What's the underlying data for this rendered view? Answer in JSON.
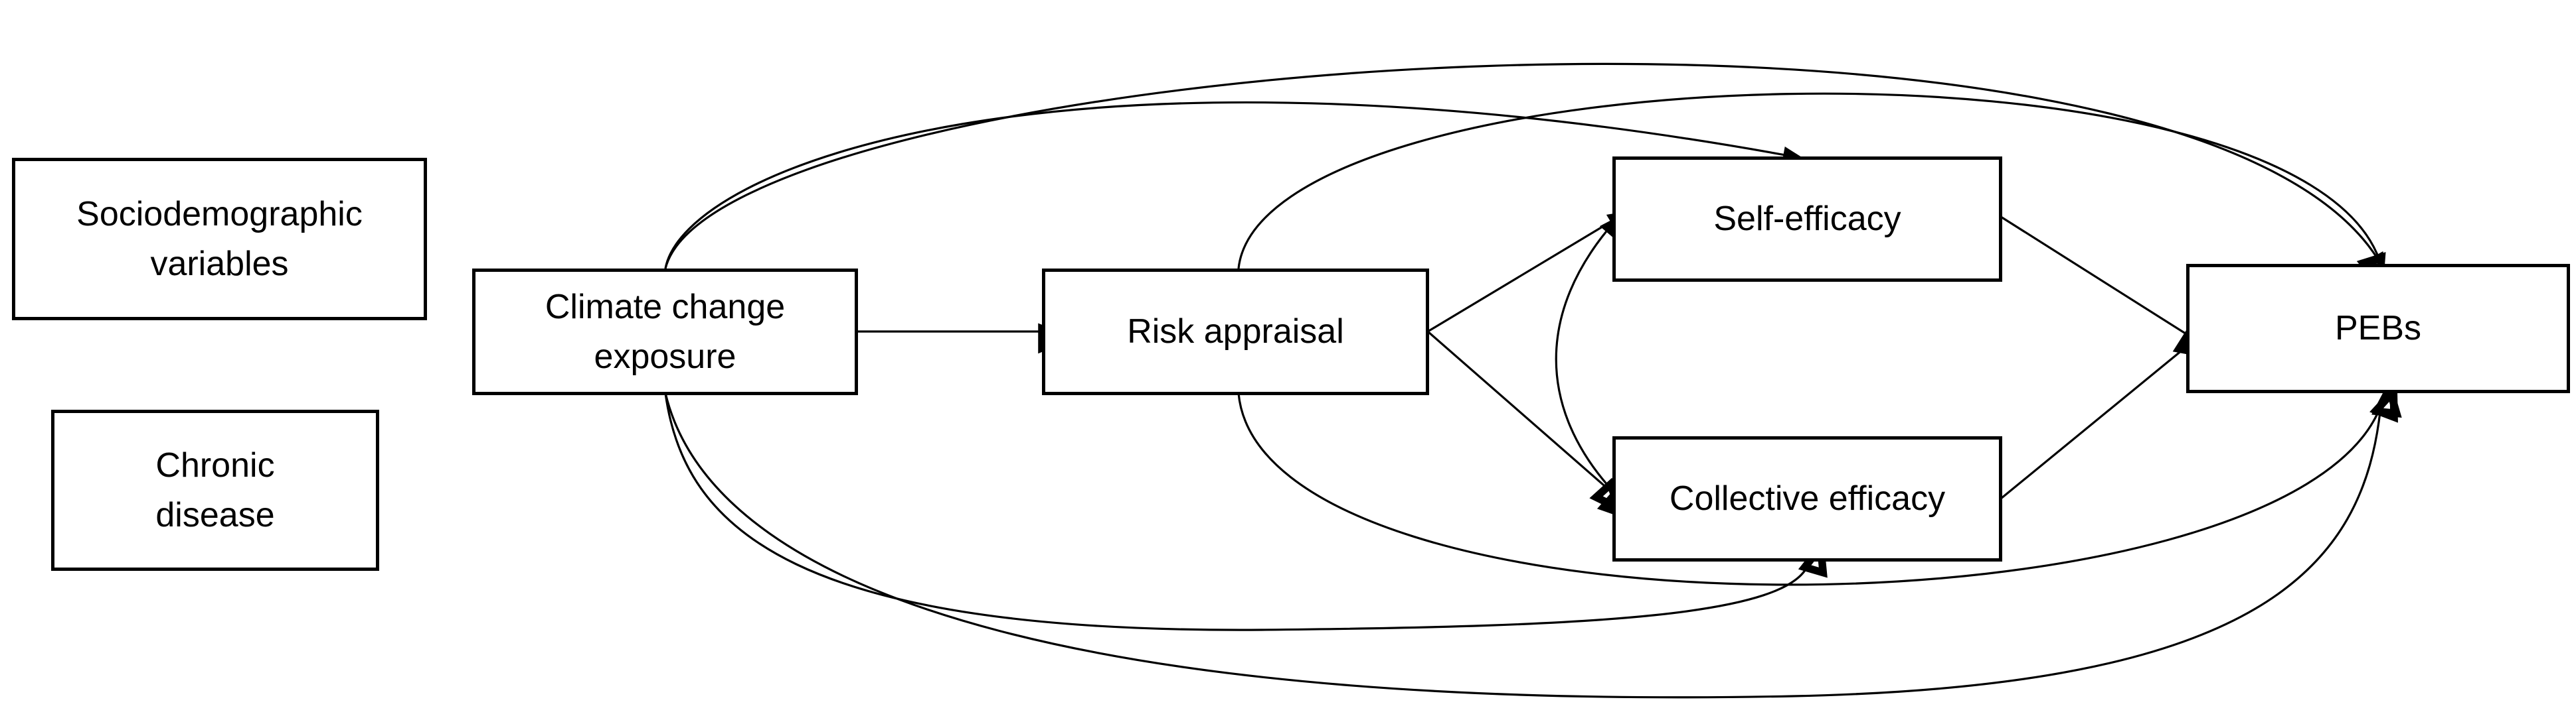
{
  "nodes": {
    "sociodemographic": "Sociodemographic\nvariables",
    "chronic": "Chronic\ndisease",
    "exposure": "Climate change\nexposure",
    "risk": "Risk appraisal",
    "self_efficacy": "Self-efficacy",
    "collective_efficacy": "Collective efficacy",
    "pebs": "PEBs"
  },
  "edges": [
    {
      "from": "exposure",
      "to": "risk"
    },
    {
      "from": "risk",
      "to": "self_efficacy"
    },
    {
      "from": "risk",
      "to": "collective_efficacy"
    },
    {
      "from": "self_efficacy",
      "to": "pebs"
    },
    {
      "from": "collective_efficacy",
      "to": "pebs"
    },
    {
      "from": "exposure",
      "to": "self_efficacy"
    },
    {
      "from": "exposure",
      "to": "collective_efficacy"
    },
    {
      "from": "exposure",
      "to": "pebs"
    },
    {
      "from": "exposure",
      "to": "pebs"
    },
    {
      "from": "risk",
      "to": "pebs"
    },
    {
      "from": "risk",
      "to": "pebs"
    },
    {
      "from": "self_efficacy",
      "to": "collective_efficacy",
      "bidirectional": true
    }
  ]
}
